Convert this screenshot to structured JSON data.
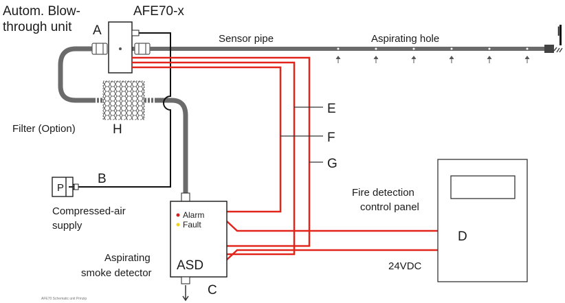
{
  "labels": {
    "blow_through_line1": "Autom. Blow-",
    "blow_through_line2": "through unit",
    "afe": "AFE70-x",
    "letter_a": "A",
    "letter_b": "B",
    "letter_c": "C",
    "letter_d": "D",
    "letter_e": "E",
    "letter_f": "F",
    "letter_g": "G",
    "letter_h": "H",
    "letter_i": "I",
    "sensor_pipe": "Sensor pipe",
    "aspirating_hole": "Aspirating hole",
    "filter": "Filter (Option)",
    "compressed_air_line1": "Compressed-air",
    "compressed_air_line2": "supply",
    "p_box": "P",
    "asd_desc_line1": "Aspirating",
    "asd_desc_line2": "smoke detector",
    "asd": "ASD",
    "alarm": "Alarm",
    "fault": "Fault",
    "fdcp_line1": "Fire detection",
    "fdcp_line2": "control panel",
    "voltage": "24VDC",
    "footnote": "AFE70  Schematic unit  Prinzip"
  },
  "colors": {
    "red_line": "#e1251b",
    "pipe": "#6b6b6b",
    "black_line": "#111111",
    "alarm_led": "#d62020",
    "fault_led": "#f2d21b"
  }
}
